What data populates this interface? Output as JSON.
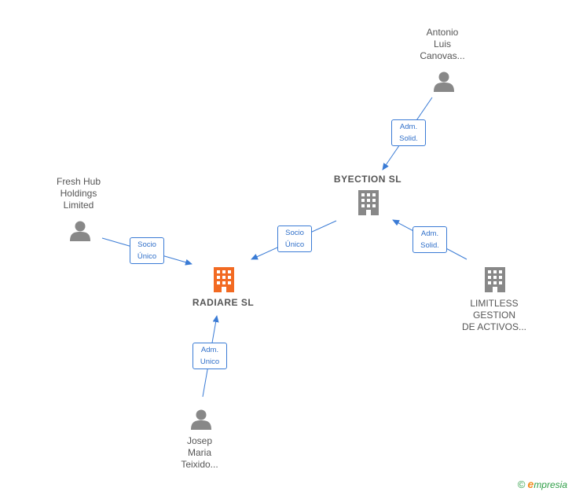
{
  "colors": {
    "edge": "#3a7bd5",
    "person": "#888888",
    "company": "#888888",
    "focus_company": "#f26a22"
  },
  "nodes": {
    "antonio": {
      "lines": [
        "Antonio",
        "Luis",
        "Canovas..."
      ],
      "icon": "person-icon"
    },
    "fresh_hub": {
      "lines": [
        "Fresh Hub",
        "Holdings",
        "Limited"
      ],
      "icon": "person-icon"
    },
    "byection": {
      "lines": [
        "BYECTION  SL"
      ],
      "icon": "building-icon"
    },
    "radiare": {
      "lines": [
        "RADIARE  SL"
      ],
      "icon": "building-icon"
    },
    "limitless": {
      "lines": [
        "LIMITLESS",
        "GESTION",
        "DE ACTIVOS..."
      ],
      "icon": "building-icon"
    },
    "josep": {
      "lines": [
        "Josep",
        "Maria",
        "Teixido..."
      ],
      "icon": "person-icon"
    }
  },
  "edges": {
    "antonio_byection": {
      "lines": [
        "Adm.",
        "Solid."
      ]
    },
    "fresh_radiare": {
      "lines": [
        "Socio",
        "Único"
      ]
    },
    "byection_radiare": {
      "lines": [
        "Socio",
        "Único"
      ]
    },
    "limitless_byection": {
      "lines": [
        "Adm.",
        "Solid."
      ]
    },
    "josep_radiare": {
      "lines": [
        "Adm.",
        "Unico"
      ]
    }
  },
  "brand": {
    "copyright": "©",
    "first_letter": "e",
    "rest": "mpresia"
  }
}
